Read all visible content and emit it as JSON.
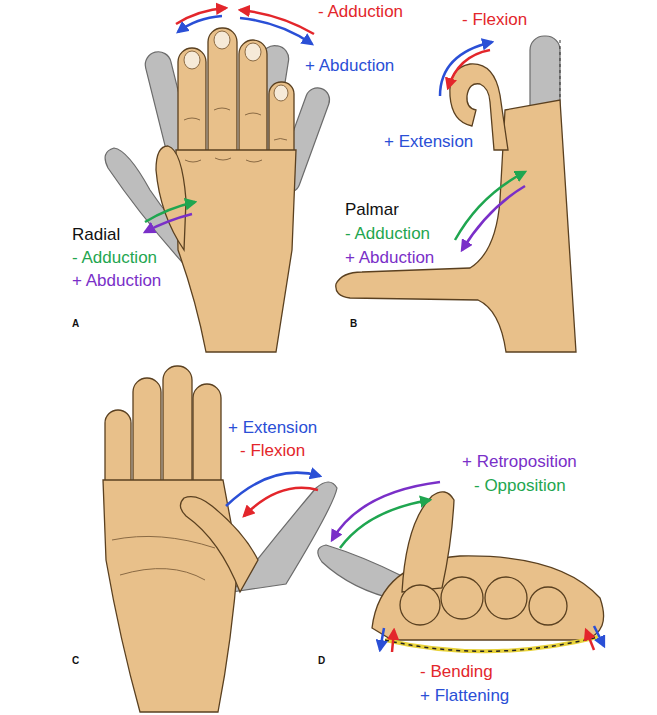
{
  "diagram": {
    "labels": [
      "- Adduction",
      "+ Abduction",
      "Radial",
      "- Adduction",
      "+ Abduction",
      "A",
      "- Flexion",
      "+ Extension",
      "Palmar",
      "- Adduction",
      "+ Abduction",
      "B",
      "+ Extension",
      "- Flexion",
      "C",
      "+ Retroposition",
      "- Opposition",
      "- Bending",
      "+ Flattening",
      "D"
    ]
  }
}
